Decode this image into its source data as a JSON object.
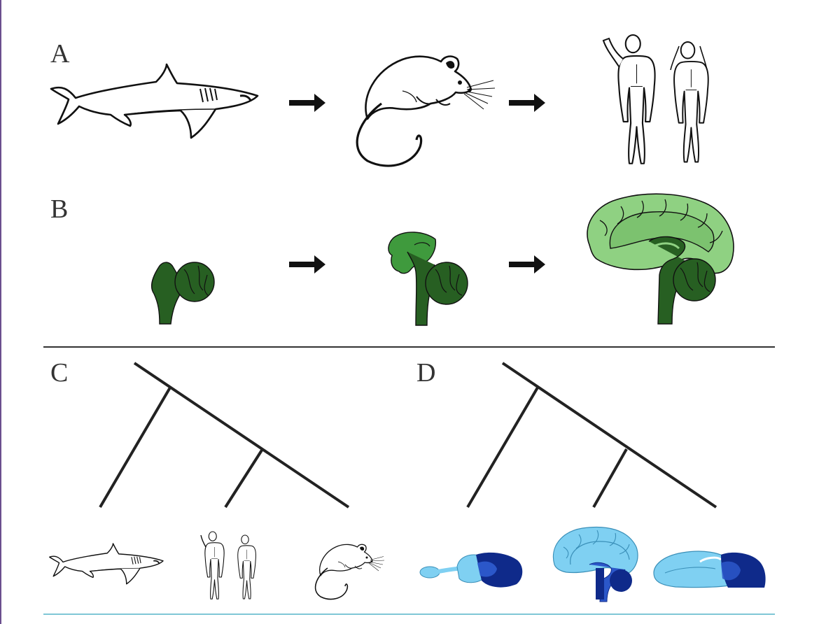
{
  "panels": {
    "a": {
      "label": "A"
    },
    "b": {
      "label": "B"
    },
    "c": {
      "label": "C"
    },
    "d": {
      "label": "D"
    }
  },
  "icons": {
    "shark": "shark-icon",
    "mouse": "mouse-icon",
    "humans": "human-pair-icon",
    "arrow": "arrow-right-icon",
    "brain": "brain-icon"
  },
  "colors": {
    "ink": "#111111",
    "panel_divider": "#333333",
    "bottom_rule": "#7fc7d6",
    "frame": "#6b4f8e",
    "brain_dark_green": "#275f22",
    "brain_mid_green": "#3f9a3d",
    "brain_light_green": "#8fd182",
    "brain_light_blue": "#7fd0f2",
    "brain_mid_blue": "#2b57c9",
    "brain_dark_blue": "#0f2a8a"
  }
}
